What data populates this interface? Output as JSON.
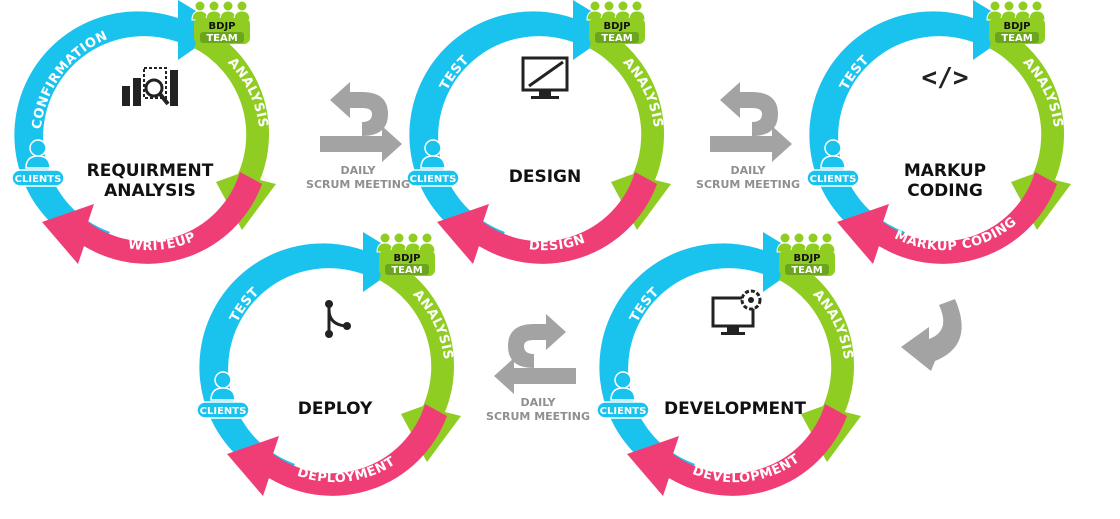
{
  "colors": {
    "blue": "#1ac2ee",
    "green": "#8fcd23",
    "pink": "#ef3e75",
    "gray": "#a3a3a3",
    "dark": "#222222"
  },
  "team_badge": {
    "line1": "BDJP",
    "line2": "TEAM"
  },
  "clients_label": "CLIENTS",
  "scrum": {
    "line1": "DAILY",
    "line2": "SCRUM MEETING"
  },
  "cycles": [
    {
      "icon": "analysis-chart-icon",
      "title_line1": "REQUIRMENT",
      "title_line2": "ANALYSIS",
      "blue_label": "CONFIRMATION",
      "green_label": "ANALYSIS",
      "pink_label": "WRITEUP"
    },
    {
      "icon": "design-monitor-icon",
      "title_line1": "DESIGN",
      "title_line2": "",
      "blue_label": "TEST",
      "green_label": "ANALYSIS",
      "pink_label": "DESIGN"
    },
    {
      "icon": "code-icon",
      "title_line1": "MARKUP",
      "title_line2": "CODING",
      "blue_label": "TEST",
      "green_label": "ANALYSIS",
      "pink_label": "MARKUP CODING"
    },
    {
      "icon": "git-branch-icon",
      "title_line1": "DEPLOY",
      "title_line2": "",
      "blue_label": "TEST",
      "green_label": "ANALYSIS",
      "pink_label": "DEPLOYMENT"
    },
    {
      "icon": "development-gear-monitor-icon",
      "title_line1": "DEVELOPMENT",
      "title_line2": "",
      "blue_label": "TEST",
      "green_label": "ANALYSIS",
      "pink_label": "DEVELOPMENT"
    }
  ]
}
